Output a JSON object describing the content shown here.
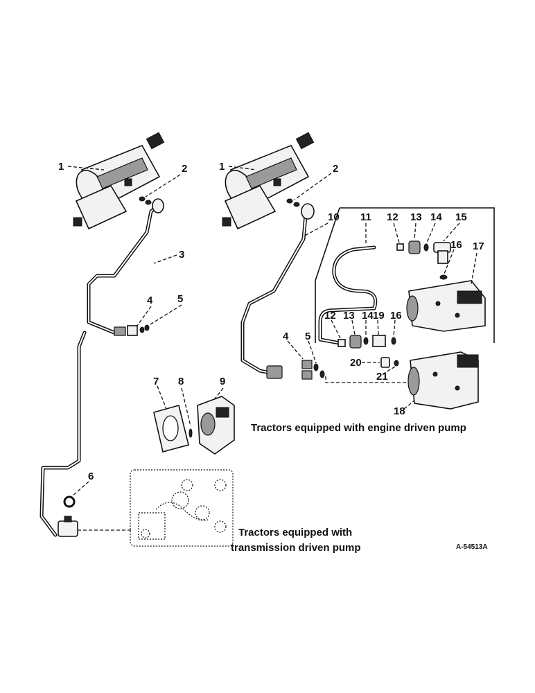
{
  "callouts": {
    "left": [
      "1",
      "2",
      "3",
      "4",
      "5",
      "6",
      "7",
      "8",
      "9"
    ],
    "right": [
      "1",
      "2",
      "10",
      "11",
      "12",
      "13",
      "14",
      "15",
      "16",
      "17",
      "12",
      "13",
      "14",
      "19",
      "16",
      "4",
      "5",
      "20",
      "21",
      "18"
    ]
  },
  "captions": {
    "engine_line1": "Tractors equipped with engine driven pump",
    "transmission_line1": "Tractors equipped with",
    "transmission_line2": "transmission driven pump"
  },
  "reference_number": "A-54513A"
}
